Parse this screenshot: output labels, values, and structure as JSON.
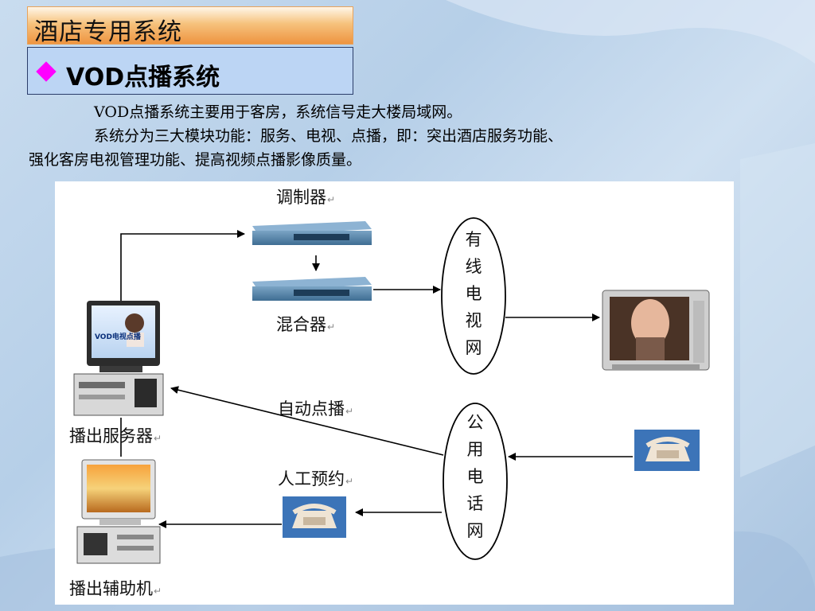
{
  "slide": {
    "header_title": "酒店专用系统",
    "section_title": "VOD点播系统",
    "paragraph_lines": [
      "VOD点播系统主要用于客房，系统信号走大楼局域网。",
      "系统分为三大模块功能：服务、电视、点播，即：突出酒店服务功能、",
      "强化客房电视管理功能、提高视频点播影像质量。"
    ]
  },
  "diagram": {
    "labels": {
      "modulator": "调制器",
      "mixer": "混合器",
      "broadcast_server": "播出服务器",
      "aux_machine": "播出辅助机",
      "auto_vod": "自动点播",
      "manual_booking": "人工预约",
      "monitor_text": "VOD电视点播"
    },
    "cable_network_chars": [
      "有",
      "线",
      "电",
      "视",
      "网"
    ],
    "phone_network_chars": [
      "公",
      "用",
      "电",
      "话",
      "网"
    ]
  },
  "colors": {
    "header_gradient_end": "#ee9440",
    "section_bg": "#bcd5f4",
    "diamond": "#ff00ff"
  }
}
